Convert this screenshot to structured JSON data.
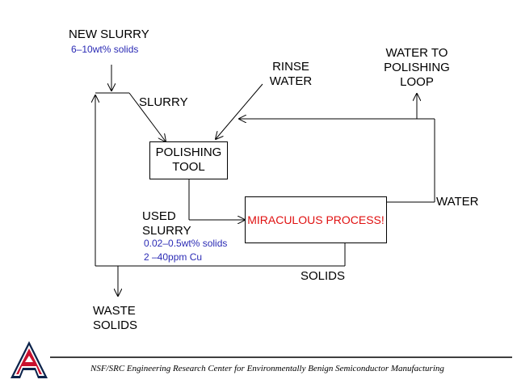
{
  "nodes": {
    "new_slurry": {
      "title": "NEW SLURRY",
      "sub": "6–10wt% solids"
    },
    "rinse_water": {
      "line1": "RINSE",
      "line2": "WATER"
    },
    "water_to_loop": {
      "line1": "WATER TO",
      "line2": "POLISHING",
      "line3": "LOOP"
    },
    "slurry": "SLURRY",
    "polishing_tool": {
      "line1": "POLISHING",
      "line2": "TOOL"
    },
    "miraculous_process": "MIRACULOUS PROCESS!",
    "water": "WATER",
    "used_slurry": {
      "line1": "USED",
      "line2": "SLURRY",
      "sub1": "0.02–0.5wt% solids",
      "sub2": "2 –40ppm Cu"
    },
    "solids": "SOLIDS",
    "waste_solids": {
      "line1": "WASTE",
      "line2": "SOLIDS"
    }
  },
  "footer": {
    "text": "NSF/SRC Engineering Research Center for Environmentally Benign Semiconductor Manufacturing",
    "logo_letter": "A"
  },
  "colors": {
    "line": "#000000",
    "sub_text": "#2b2bb5",
    "process_text": "#e01010",
    "logo_red": "#c8102e",
    "logo_navy": "#0c234b"
  }
}
